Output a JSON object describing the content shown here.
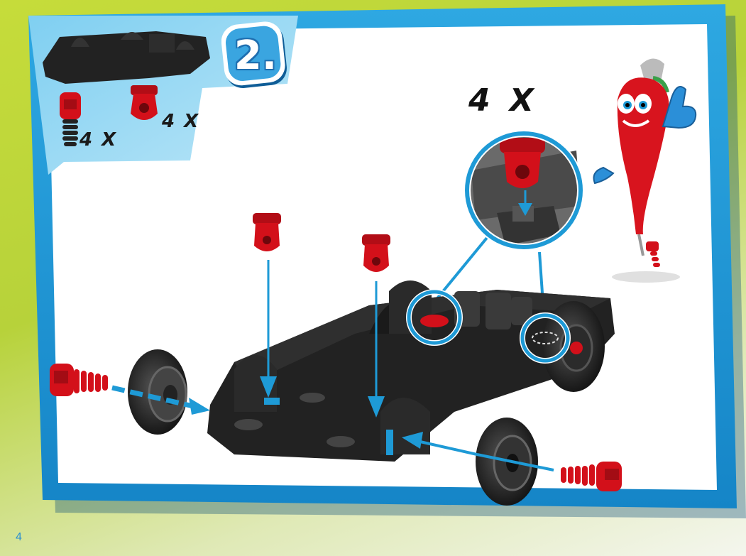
{
  "page": {
    "number": "4"
  },
  "step": {
    "label": "2."
  },
  "parts_box": {
    "axle_screw_qty": "4 X",
    "axle_pin_qty": "4 X"
  },
  "detail": {
    "qty": "4 X"
  },
  "colors": {
    "frame_blue": "#1e9ad6",
    "part_red": "#d3101a",
    "chassis_black": "#232323",
    "background_green": "#b7d23a",
    "arrow_blue": "#1e9ad6"
  },
  "icons": [
    "chassis",
    "axle-screw",
    "axle-pin",
    "wheel",
    "mascot-chili-screwdriver",
    "magnifier-callout"
  ]
}
